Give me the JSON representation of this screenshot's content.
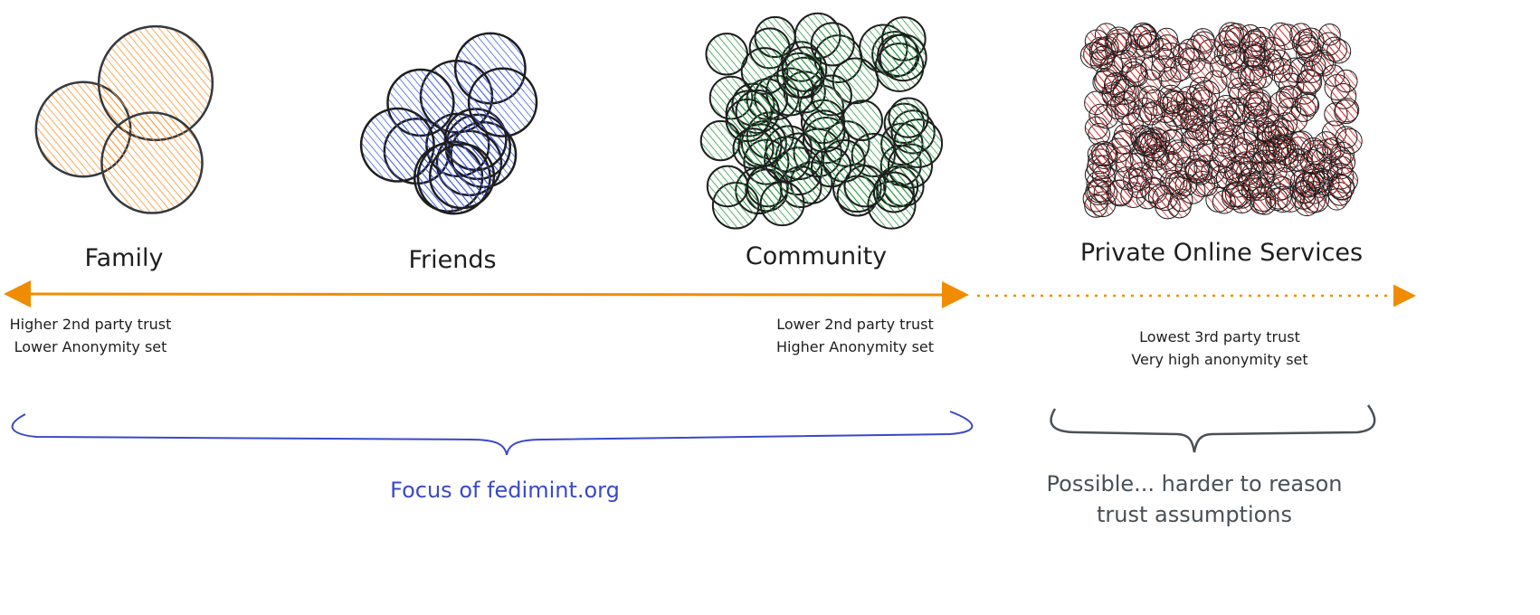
{
  "groups": [
    {
      "id": "family",
      "label": "Family",
      "color": "#f08c00",
      "fill": "#ff922b",
      "count": 3
    },
    {
      "id": "friends",
      "label": "Friends",
      "color": "#1e1e1e",
      "fill": "#4263eb",
      "count": 14
    },
    {
      "id": "community",
      "label": "Community",
      "color": "#1e1e1e",
      "fill": "#2f9e44",
      "count": 70
    },
    {
      "id": "private",
      "label": "Private Online Services",
      "color": "#1e1e1e",
      "fill": "#e03131",
      "count": 400
    }
  ],
  "spectrum": {
    "left_text": [
      "Higher 2nd party trust",
      "Lower Anonymity set"
    ],
    "mid_text": [
      "Lower 2nd party trust",
      "Higher Anonymity set"
    ],
    "right_text": [
      "Lowest 3rd party trust",
      "Very high anonymity set"
    ],
    "arrow_color": "#f08c00"
  },
  "braces": {
    "focus_label": "Focus of fedimint.org",
    "focus_color": "#3949c8",
    "possible_label": [
      "Possible... harder to reason",
      "trust assumptions"
    ],
    "possible_color": "#495057"
  }
}
